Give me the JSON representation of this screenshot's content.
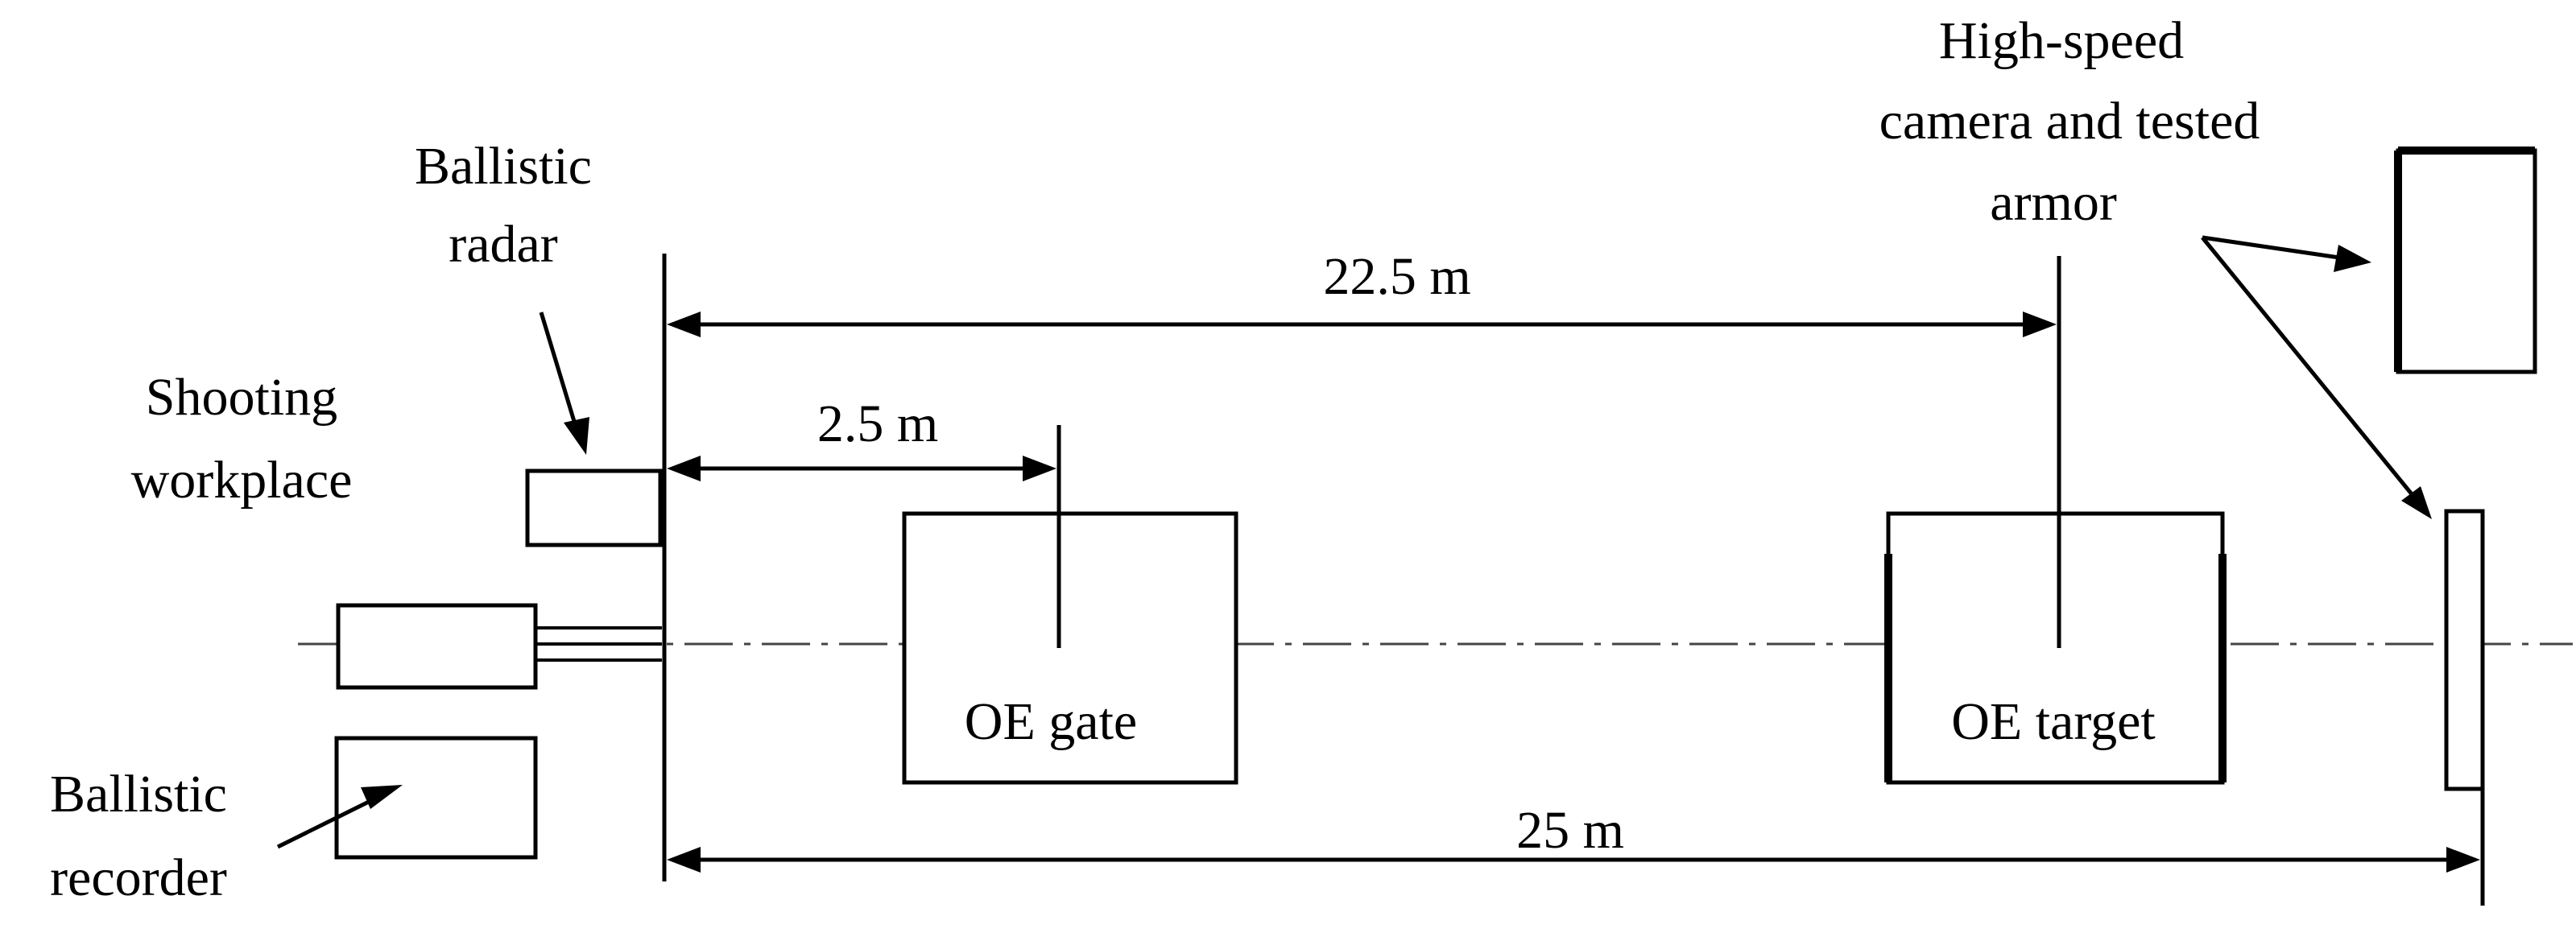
{
  "diagram": {
    "labels": {
      "ballistic_radar": [
        "Ballistic",
        "radar"
      ],
      "shooting_workplace": [
        "Shooting",
        "workplace"
      ],
      "ballistic_recorder": [
        "Ballistic",
        "recorder"
      ],
      "high_speed_camera": [
        "High-speed",
        "camera and tested",
        "armor"
      ],
      "oe_gate": "OE gate",
      "oe_target": "OE target"
    },
    "distances": {
      "gate": "2.5 m",
      "target": "22.5 m",
      "armor": "25 m"
    }
  }
}
